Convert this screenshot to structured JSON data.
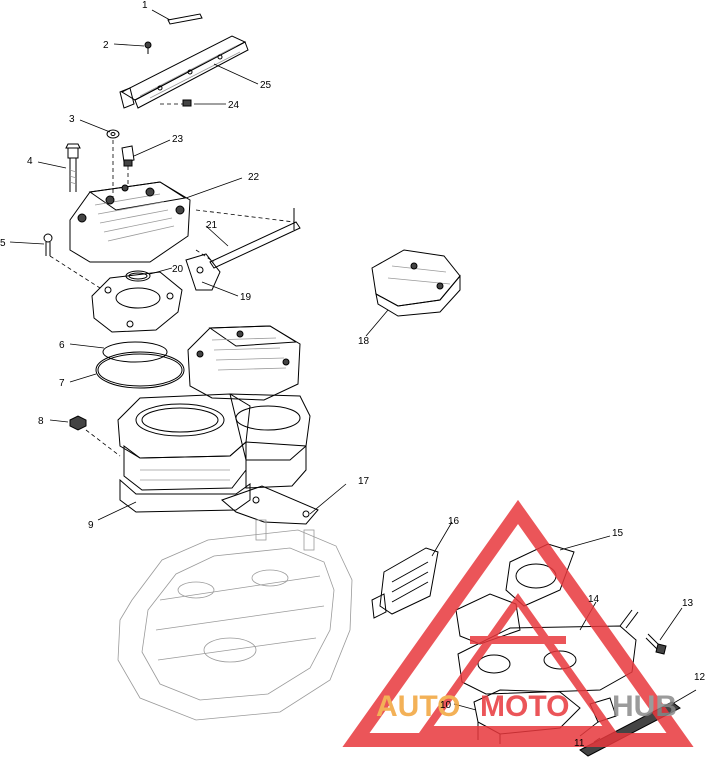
{
  "callouts": [
    {
      "id": "c1",
      "text": "1"
    },
    {
      "id": "c2",
      "text": "2"
    },
    {
      "id": "c3",
      "text": "3"
    },
    {
      "id": "c4",
      "text": "4"
    },
    {
      "id": "c5",
      "text": "5"
    },
    {
      "id": "c6",
      "text": "6"
    },
    {
      "id": "c7",
      "text": "7"
    },
    {
      "id": "c8",
      "text": "8"
    },
    {
      "id": "c9",
      "text": "9"
    },
    {
      "id": "c10",
      "text": "10"
    },
    {
      "id": "c11",
      "text": "11"
    },
    {
      "id": "c12",
      "text": "12"
    },
    {
      "id": "c13",
      "text": "13"
    },
    {
      "id": "c14",
      "text": "14"
    },
    {
      "id": "c15",
      "text": "15"
    },
    {
      "id": "c16",
      "text": "16"
    },
    {
      "id": "c17",
      "text": "17"
    },
    {
      "id": "c18",
      "text": "18"
    },
    {
      "id": "c19",
      "text": "19"
    },
    {
      "id": "c20",
      "text": "20"
    },
    {
      "id": "c21",
      "text": "21"
    },
    {
      "id": "c22",
      "text": "22"
    },
    {
      "id": "c23",
      "text": "23"
    },
    {
      "id": "c24",
      "text": "24"
    },
    {
      "id": "c25",
      "text": "25"
    }
  ],
  "watermark": {
    "text_a": "AUTO",
    "text_b": "MOTO",
    "text_c": "HUB"
  },
  "colors": {
    "line": "#000000",
    "watermark_red": "#e8383d",
    "watermark_orange": "#f2a43a",
    "watermark_gray": "#8a8a8a"
  }
}
